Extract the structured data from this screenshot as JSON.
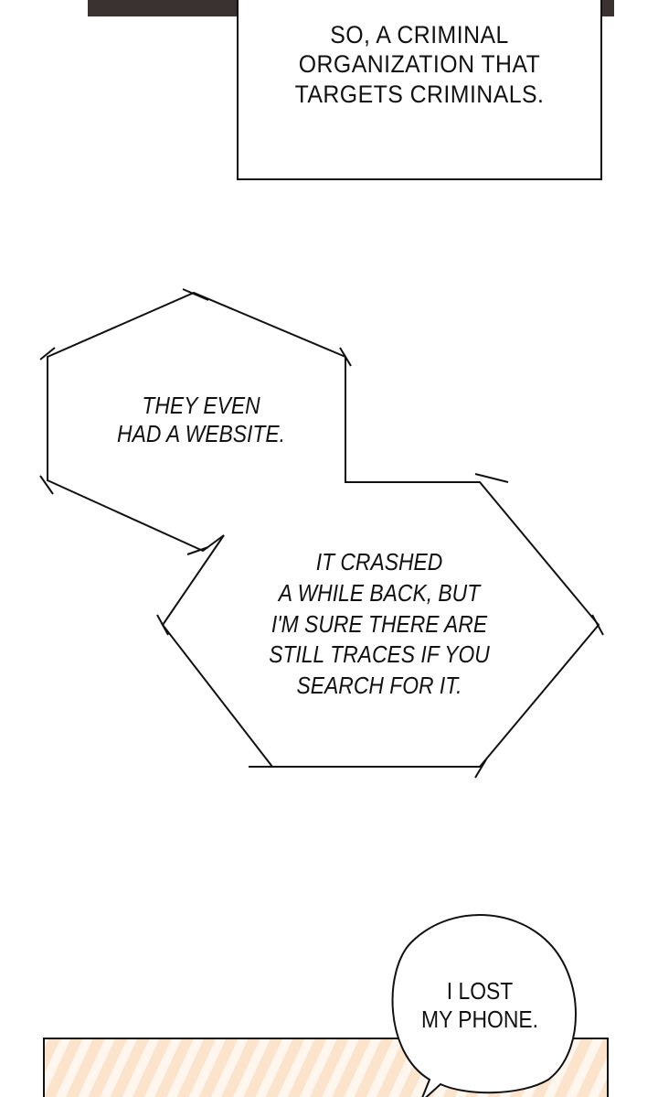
{
  "caption": {
    "text": "SO, A CRIMINAL\nORGANIZATION THAT\nTARGETS CRIMINALS."
  },
  "bubbles": [
    {
      "text": "THEY EVEN\nHAD A WEBSITE."
    },
    {
      "text": "IT CRASHED\nA WHILE BACK, BUT\nI'M SURE THERE ARE\nSTILL TRACES IF YOU\nSEARCH FOR IT."
    },
    {
      "text": "I LOST\nMY PHONE."
    }
  ],
  "colors": {
    "panel_dark": "#3a3230",
    "stripe_a": "#fbe3cc",
    "stripe_b": "#fff6ee",
    "ink": "#111111"
  }
}
